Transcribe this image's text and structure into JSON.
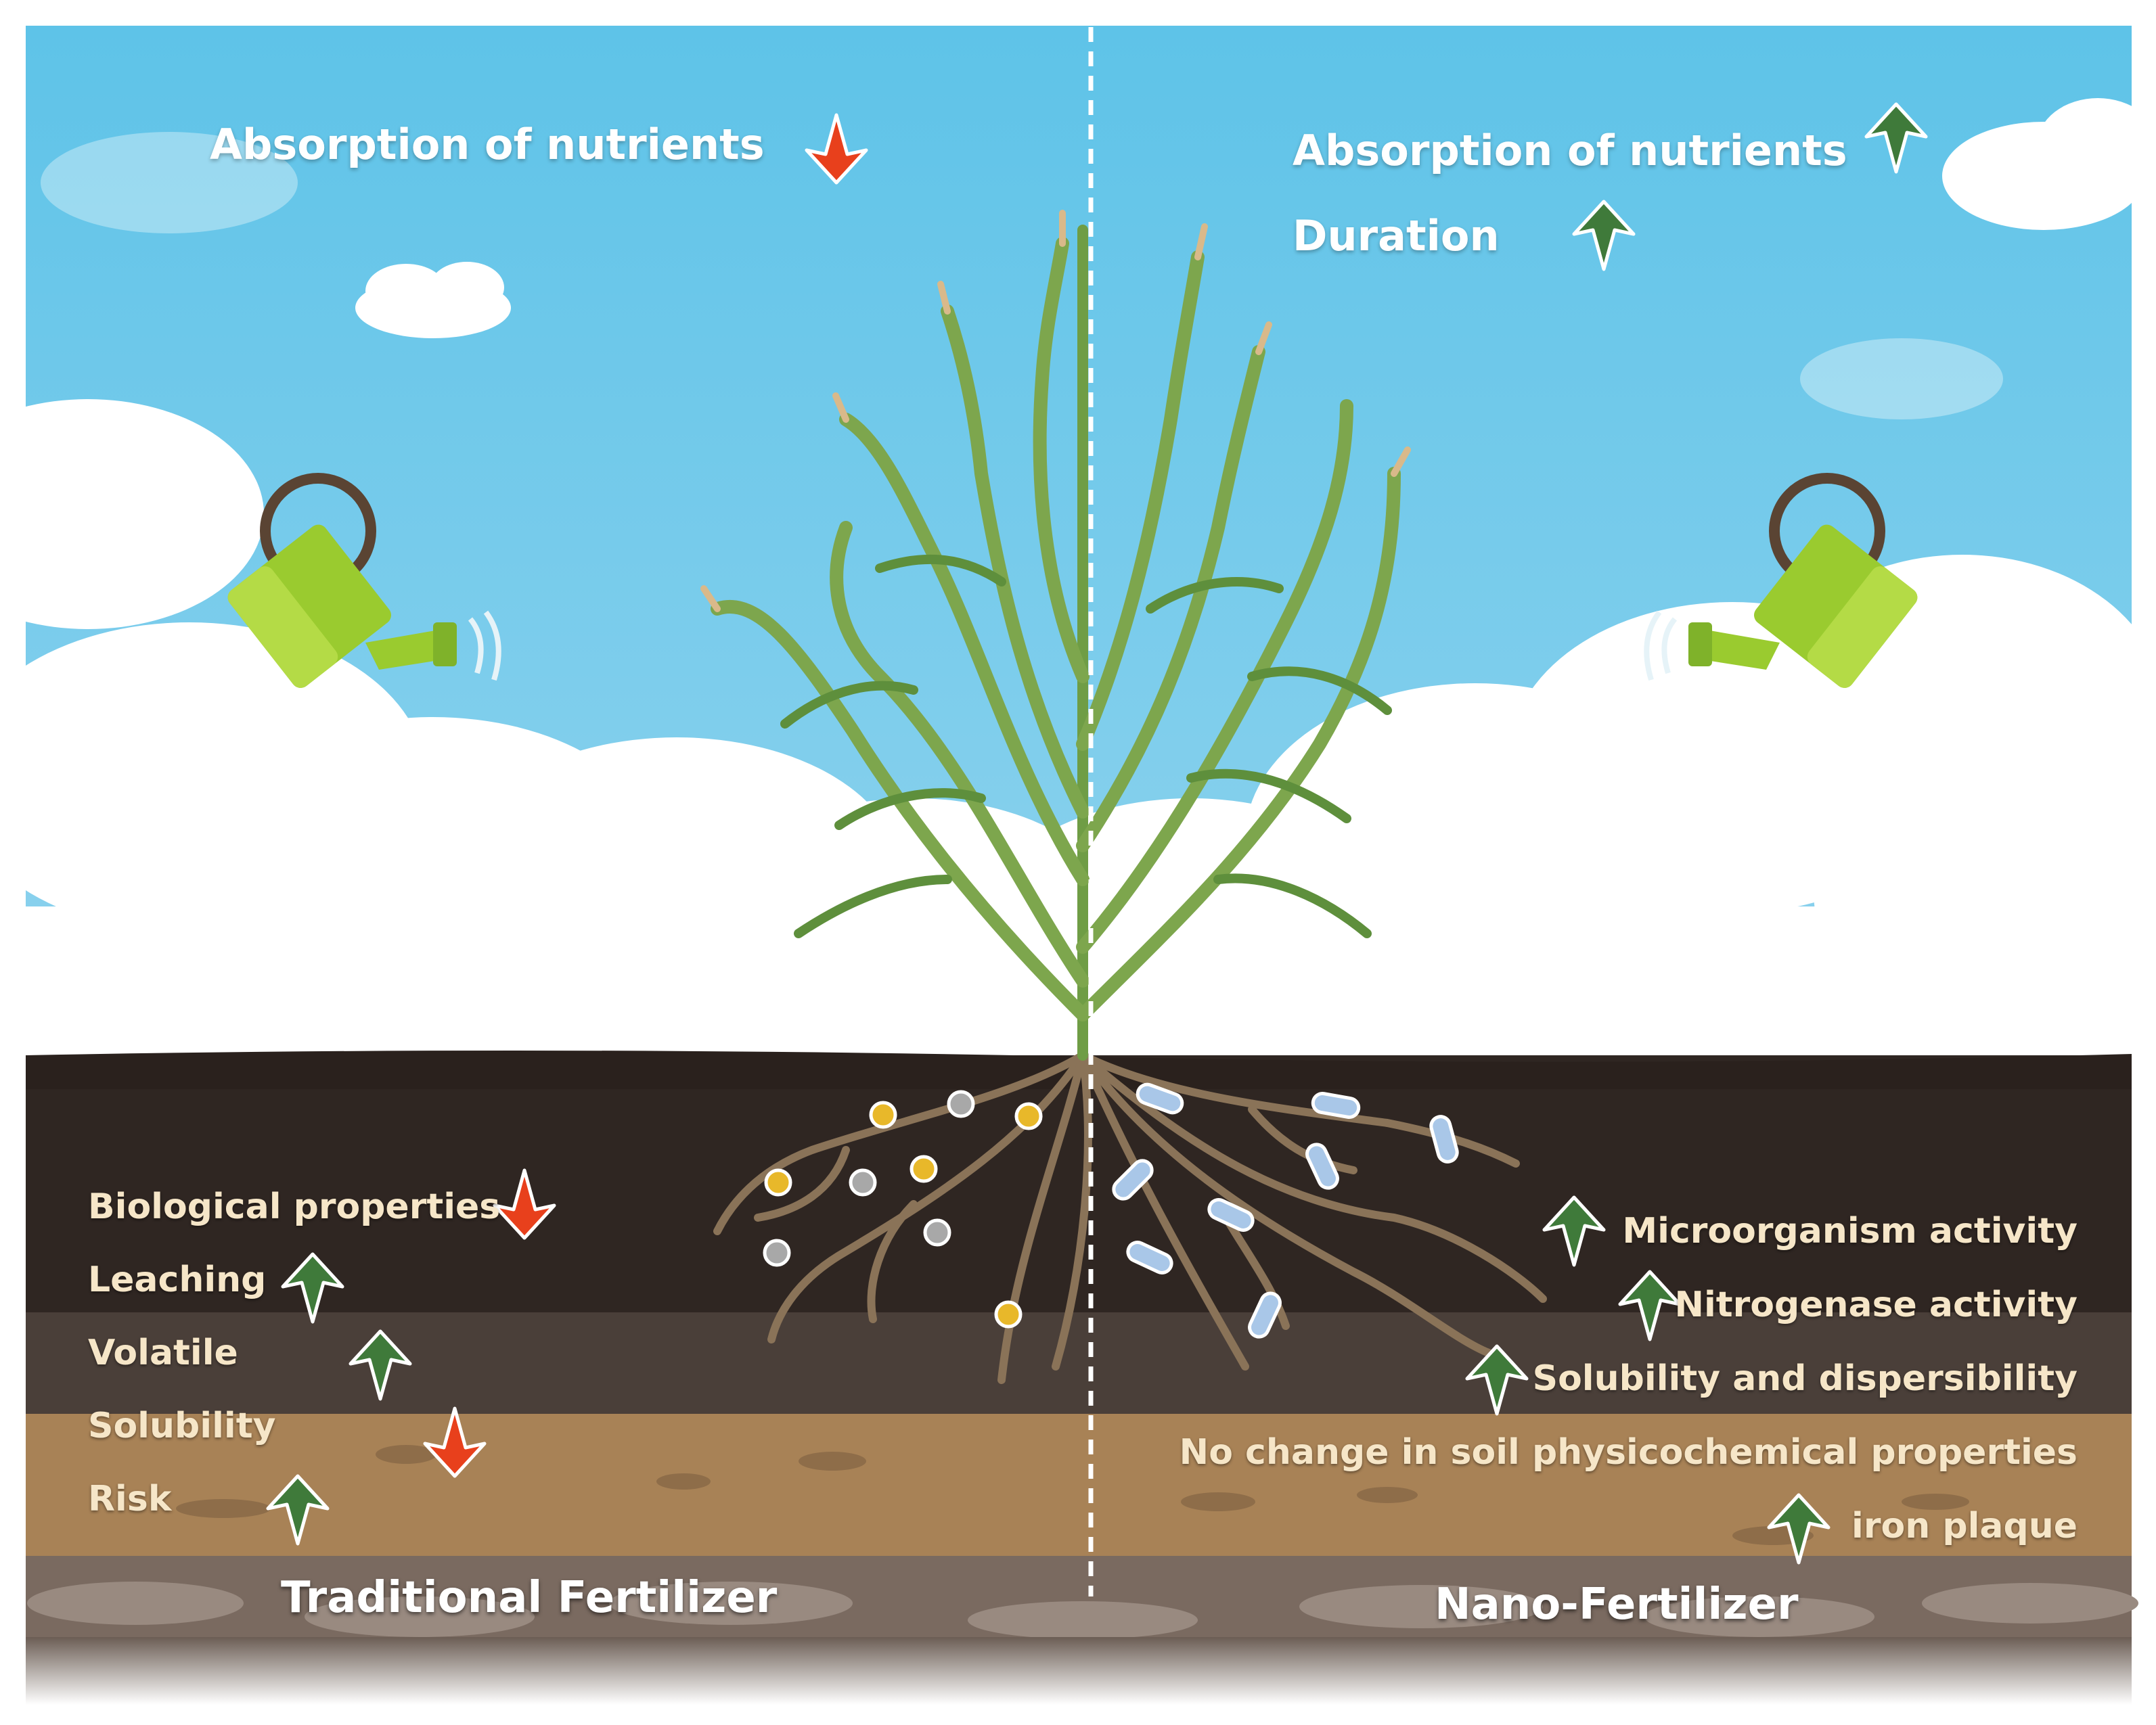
{
  "left_panel": {
    "title": "Traditional Fertilizer",
    "sky_effects": [
      {
        "label": "Absorption of nutrients",
        "direction": "down"
      }
    ],
    "soil_effects": [
      {
        "label": "Biological properties",
        "direction": "down"
      },
      {
        "label": "Leaching",
        "direction": "up"
      },
      {
        "label": "Volatile",
        "direction": "up"
      },
      {
        "label": "Solubility",
        "direction": "down"
      },
      {
        "label": "Risk",
        "direction": "up"
      }
    ]
  },
  "right_panel": {
    "title": "Nano-Fertilizer",
    "sky_effects": [
      {
        "label": "Absorption of nutrients",
        "direction": "up"
      },
      {
        "label": "Duration",
        "direction": "up"
      }
    ],
    "soil_effects": [
      {
        "label": "Microorganism activity",
        "direction": "up"
      },
      {
        "label": "Nitrogenase activity",
        "direction": "up"
      },
      {
        "label": "Solubility and dispersibility",
        "direction": "up"
      },
      {
        "label": "No change in soil physicochemical properties",
        "direction": "none"
      },
      {
        "label": "iron plaque",
        "direction": "up"
      }
    ]
  },
  "colors": {
    "sky": "#5cc1e6",
    "cloud": "#ffffff",
    "soil_dark": "#2f2622",
    "soil_mid": "#4a3f39",
    "soil_light": "#a88256",
    "up_arrow": "#3f7a3a",
    "down_arrow": "#e8401c",
    "watering_can": "#9acb2f",
    "root": "#8a7358",
    "particle_yellow": "#e8b82a",
    "particle_grey": "#a8a8a8",
    "nano_particle": "#a9c7e8"
  },
  "icons": [
    "watering-can-icon",
    "plant-icon",
    "root-icon",
    "up-arrow-icon",
    "down-arrow-icon",
    "divider-line"
  ]
}
